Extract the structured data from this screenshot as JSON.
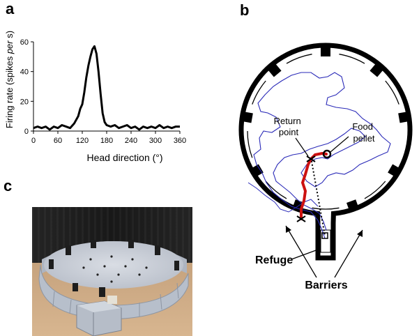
{
  "panels": {
    "a": "a",
    "b": "b",
    "c": "c"
  },
  "chart_data": {
    "type": "line",
    "xlabel": "Head direction (°)",
    "ylabel_prefix": "Firing  rate (spikes ",
    "ylabel_italic": "per",
    "ylabel_suffix": " s)",
    "xlim": [
      0,
      360
    ],
    "ylim": [
      0,
      60
    ],
    "xticks": [
      0,
      60,
      120,
      180,
      240,
      300,
      360
    ],
    "yticks": [
      0,
      20,
      40,
      60
    ],
    "grid": false,
    "series": [
      {
        "color": "#000000",
        "x": [
          0,
          10,
          20,
          30,
          40,
          50,
          60,
          70,
          80,
          90,
          100,
          110,
          115,
          120,
          125,
          130,
          135,
          140,
          145,
          150,
          155,
          160,
          165,
          170,
          175,
          180,
          190,
          200,
          210,
          220,
          230,
          240,
          250,
          260,
          270,
          280,
          290,
          300,
          310,
          320,
          330,
          340,
          350,
          360
        ],
        "y": [
          2,
          3,
          2,
          3,
          1,
          3,
          2,
          4,
          3,
          2,
          5,
          10,
          15,
          18,
          26,
          36,
          44,
          50,
          55,
          57,
          52,
          40,
          25,
          12,
          6,
          4,
          3,
          4,
          2,
          3,
          4,
          2,
          3,
          1,
          3,
          2,
          3,
          2,
          4,
          2,
          3,
          2,
          3,
          3
        ]
      }
    ]
  },
  "diagram": {
    "return_point": "Return\npoint",
    "food_pellet": "Food\npellet",
    "refuge": "Refuge",
    "barriers": "Barriers",
    "colors": {
      "path": "#2a2ab8",
      "return": "#cc1111",
      "outline": "#000000"
    }
  },
  "photo": {
    "description_icon": "arena-photo",
    "colors": {
      "curtain": "#1e1e1e",
      "floor": "#c9a784",
      "wall": "#b9c0cc",
      "arena_floor": "#c7ccd6"
    }
  }
}
